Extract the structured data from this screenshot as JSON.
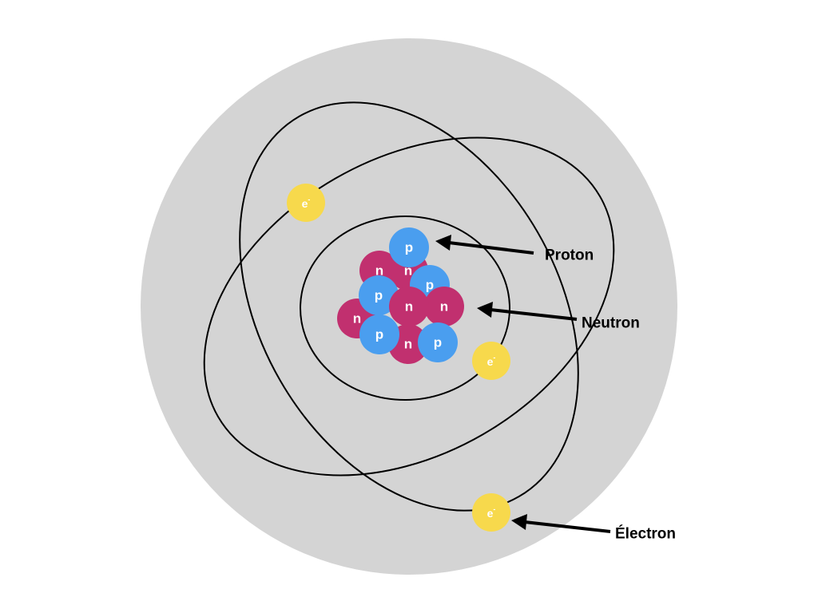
{
  "colors": {
    "background": "#ffffff",
    "atom_cloud": "#d4d4d4",
    "proton": "#4a9eef",
    "neutron": "#c1306f",
    "electron": "#f7d94c",
    "orbit": "#000000",
    "label_text": "#000000",
    "particle_text": "#ffffff"
  },
  "nucleus": {
    "proton_symbol": "p",
    "neutron_symbol": "n",
    "proton_count": 5,
    "neutron_count": 6
  },
  "electrons": {
    "symbol": "e",
    "charge": "-",
    "count": 3
  },
  "labels": {
    "proton": "Proton",
    "neutron": "Neutron",
    "electron": "Électron"
  }
}
